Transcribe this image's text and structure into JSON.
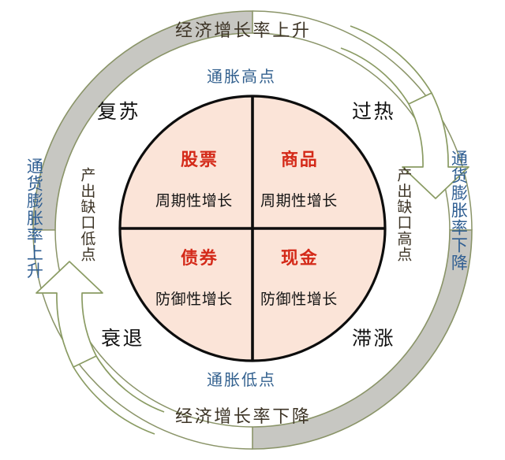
{
  "diagram": {
    "title_top": "经济增长率上升",
    "title_bottom": "经济增长率下降",
    "inflation_peak": "通胀高点",
    "inflation_trough": "通胀低点",
    "phases": {
      "top_left": "复苏",
      "top_right": "过热",
      "bottom_left": "衰退",
      "bottom_right": "滞涨"
    },
    "output_gap": {
      "left": "产出缺口低点",
      "right": "产出缺口高点"
    },
    "inflation_rate": {
      "left": "通货膨胀率上升",
      "right": "通货膨胀率下降"
    },
    "quadrants": [
      {
        "asset": "股票",
        "growth": "周期性增长"
      },
      {
        "asset": "商品",
        "growth": "周期性增长"
      },
      {
        "asset": "债券",
        "growth": "防御性增长"
      },
      {
        "asset": "现金",
        "growth": "防御性增长"
      }
    ],
    "colors": {
      "quadrant_fill": "#fbe4d8",
      "circle_stroke": "#0d0d0d",
      "band_fill": "#c7c7c2",
      "band_stroke": "#8a9468",
      "arrow_stroke": "#8a9b63",
      "arrow_fill": "#ffffff",
      "asset_text": "#d42a19",
      "inflation_text": "#33618f",
      "cycle_text": "#3d3426"
    }
  }
}
